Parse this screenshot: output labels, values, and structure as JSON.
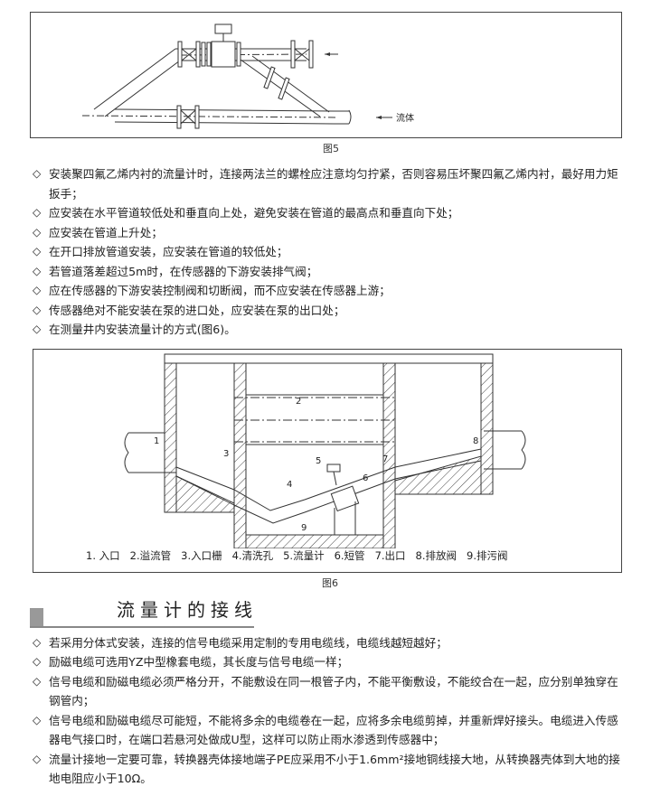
{
  "figure5": {
    "caption": "图5",
    "flow_label": "流体"
  },
  "list1": [
    "安装聚四氟乙烯内衬的流量计时，连接两法兰的螺栓应注意均匀拧紧，否则容易压坏聚四氟乙烯内衬，最好用力矩扳手；",
    "应安装在水平管道较低处和垂直向上处，避免安装在管道的最高点和垂直向下处；",
    "应安装在管道上升处；",
    "在开口排放管道安装，应安装在管道的较低处；",
    "若管道落差超过5m时，在传感器的下游安装排气阀；",
    "应在传感器的下游安装控制阀和切断阀，而不应安装在传感器上游；",
    "传感器绝对不能安装在泵的进口处，应安装在泵的出口处；",
    "在测量井内安装流量计的方式(图6)。"
  ],
  "figure6": {
    "caption": "图6",
    "markers": [
      "1",
      "2",
      "3",
      "4",
      "5",
      "6",
      "7",
      "8",
      "9"
    ],
    "legend": [
      "1. 入口",
      "2.溢流管",
      "3.入口栅",
      "4.清洗孔",
      "5.流量计",
      "6.短管",
      "7.出口",
      "8.排放阀",
      "9.排污阀"
    ]
  },
  "section": {
    "title": "流量计的接线"
  },
  "list2": [
    "若采用分体式安装，连接的信号电缆采用定制的专用电缆线，电缆线越短越好；",
    "励磁电缆可选用YZ中型橡套电缆，其长度与信号电缆一样；",
    "信号电缆和励磁电缆必须严格分开，不能敷设在同一根管子内，不能平衡敷设，不能绞合在一起，应分别单独穿在钢管内；",
    "信号电缆和励磁电缆尽可能短，不能将多余的电缆卷在一起，应将多余电缆剪掉，并重新焊好接头。电缆进入传感器电气接口时，在端口若悬河处做成U型，这样可以防止雨水渗透到传感器中；",
    "流量计接地一定要可靠，转换器壳体接地端子PE应采用不小于1.6mm²接地铜线接大地，从转换器壳体到大地的接地电阻应小于10Ω。"
  ],
  "bullet_symbol": "◇"
}
